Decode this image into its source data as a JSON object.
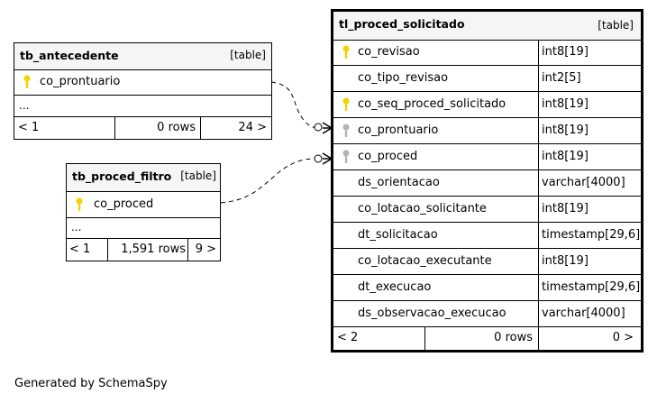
{
  "diagram": {
    "tables": {
      "tl_proced_solicitado": {
        "name": "tl_proced_solicitado",
        "type": "[table]",
        "columns": [
          {
            "name": "co_revisao",
            "type": "int8[19]",
            "key": "primary"
          },
          {
            "name": "co_tipo_revisao",
            "type": "int2[5]",
            "key": "none"
          },
          {
            "name": "co_seq_proced_solicitado",
            "type": "int8[19]",
            "key": "primary"
          },
          {
            "name": "co_prontuario",
            "type": "int8[19]",
            "key": "foreign"
          },
          {
            "name": "co_proced",
            "type": "int8[19]",
            "key": "foreign"
          },
          {
            "name": "ds_orientacao",
            "type": "varchar[4000]",
            "key": "none"
          },
          {
            "name": "co_lotacao_solicitante",
            "type": "int8[19]",
            "key": "none"
          },
          {
            "name": "dt_solicitacao",
            "type": "timestamp[29,6]",
            "key": "none"
          },
          {
            "name": "co_lotacao_executante",
            "type": "int8[19]",
            "key": "none"
          },
          {
            "name": "dt_execucao",
            "type": "timestamp[29,6]",
            "key": "none"
          },
          {
            "name": "ds_observacao_execucao",
            "type": "varchar[4000]",
            "key": "none"
          }
        ],
        "footer": {
          "parents": "< 2",
          "rows": "0 rows",
          "children": "0 >"
        }
      },
      "tb_antecedente": {
        "name": "tb_antecedente",
        "type": "[table]",
        "columns": [
          {
            "name": "co_prontuario",
            "key": "primary"
          }
        ],
        "ellipsis": "...",
        "footer": {
          "parents": "< 1",
          "rows": "0 rows",
          "children": "24 >"
        }
      },
      "tb_proced_filtro": {
        "name": "tb_proced_filtro",
        "type": "[table]",
        "columns": [
          {
            "name": "co_proced",
            "key": "primary"
          }
        ],
        "ellipsis": "...",
        "footer": {
          "parents": "< 1",
          "rows": "1,591 rows",
          "children": "9 >"
        }
      }
    },
    "relationships": [
      {
        "from": "tb_antecedente.co_prontuario",
        "to": "tl_proced_solicitado.co_prontuario",
        "style": "dashed"
      },
      {
        "from": "tb_proced_filtro.co_proced",
        "to": "tl_proced_solicitado.co_proced",
        "style": "dashed"
      }
    ],
    "colors": {
      "primary_key": "#f2d400",
      "foreign_key": "#b4b4b4",
      "header_bg": "#f5f5f5"
    },
    "generated_by": "Generated by SchemaSpy"
  }
}
